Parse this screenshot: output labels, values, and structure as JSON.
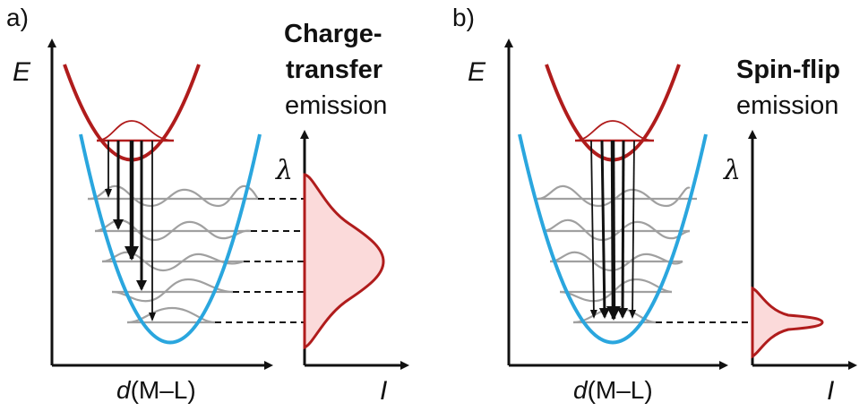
{
  "panels": [
    {
      "label": "a)",
      "energy_axis": "E",
      "coordinate_axis": {
        "italic": "d",
        "rest": "(M–L)"
      },
      "spectrum_y_axis": "λ",
      "spectrum_x_axis": "I",
      "title_lines": [
        "Charge-",
        "transfer"
      ],
      "subtitle": "emission",
      "spectrum": "broad"
    },
    {
      "label": "b)",
      "energy_axis": "E",
      "coordinate_axis": {
        "italic": "d",
        "rest": "(M–L)"
      },
      "spectrum_y_axis": "λ",
      "spectrum_x_axis": "I",
      "title_lines": [
        "Spin-flip"
      ],
      "subtitle": "emission",
      "spectrum": "narrow"
    }
  ],
  "colors": {
    "excited_state": "#b01c1c",
    "ground_state": "#2aa6de",
    "vibrational_level": "#a0a0a0",
    "spectrum_fill": "#fbdada",
    "axis": "#111111"
  }
}
